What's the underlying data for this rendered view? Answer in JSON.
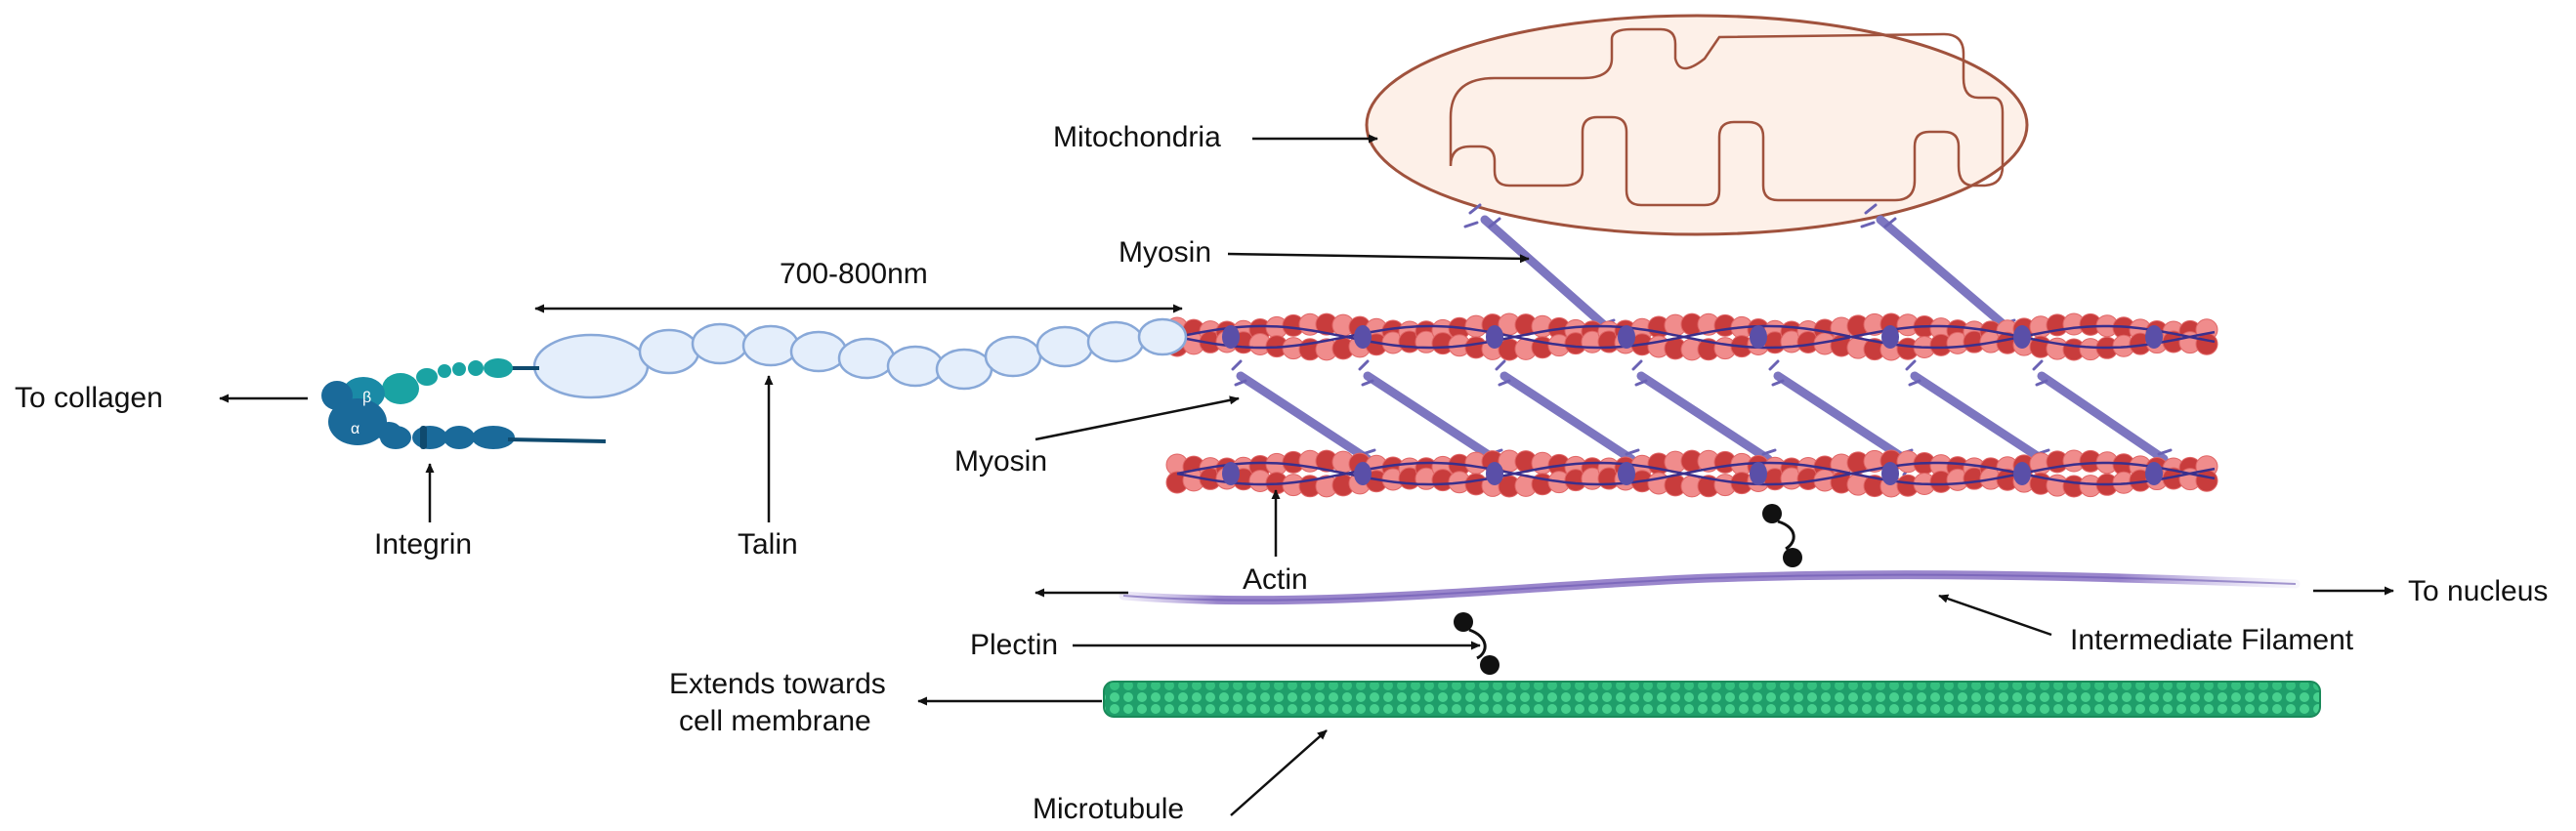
{
  "labels": {
    "mitochondria": "Mitochondria",
    "myosin_top": "Myosin",
    "myosin_mid": "Myosin",
    "dimension": "700-800nm",
    "to_collagen": "To collagen",
    "integrin": "Integrin",
    "talin": "Talin",
    "actin": "Actin",
    "to_nucleus": "To nucleus",
    "plectin": "Plectin",
    "intermediate_filament": "Intermediate Filament",
    "extends_line1": "Extends towards",
    "extends_line2": "cell membrane",
    "microtubule": "Microtubule",
    "alpha": "α",
    "beta": "β"
  },
  "colors": {
    "mito_fill": "#fdf0e8",
    "mito_stroke": "#a0523d",
    "actin_light": "#f08c8c",
    "actin_dark": "#c83c3c",
    "actin_strand": "#3a2f8c",
    "myosin": "#8a84c8",
    "myosin_dark": "#5a4fa8",
    "talin_fill": "#e4eefb",
    "talin_stroke": "#88a8d8",
    "integrin_teal": "#1aa3a3",
    "integrin_blue": "#1a6a9a",
    "integrin_dark": "#0f4a6e",
    "if_purple": "#9a86cc",
    "microtubule": "#2db87a",
    "arrow": "#111111"
  }
}
